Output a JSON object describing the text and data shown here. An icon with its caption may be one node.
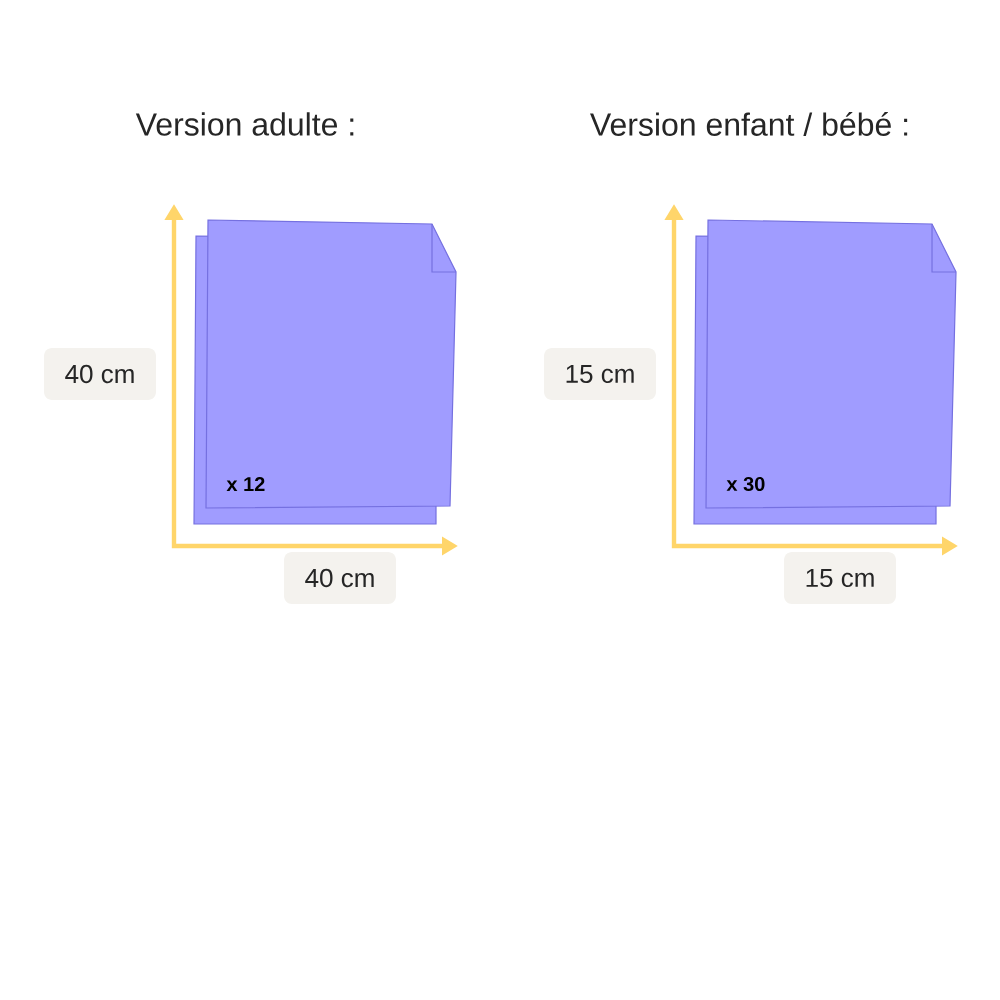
{
  "diagram": {
    "nodes": [
      {
        "text": [
          "x 12"
        ]
      },
      {
        "text": [
          "40 cm"
        ]
      },
      {
        "text": [
          "40 cm"
        ]
      },
      {
        "text": [
          "x 30"
        ]
      },
      {
        "text": [
          "15 cm"
        ]
      },
      {
        "text": [
          "15 cm"
        ]
      }
    ],
    "labels": [
      "Version adulte :",
      "Version enfant / bébé :"
    ]
  }
}
